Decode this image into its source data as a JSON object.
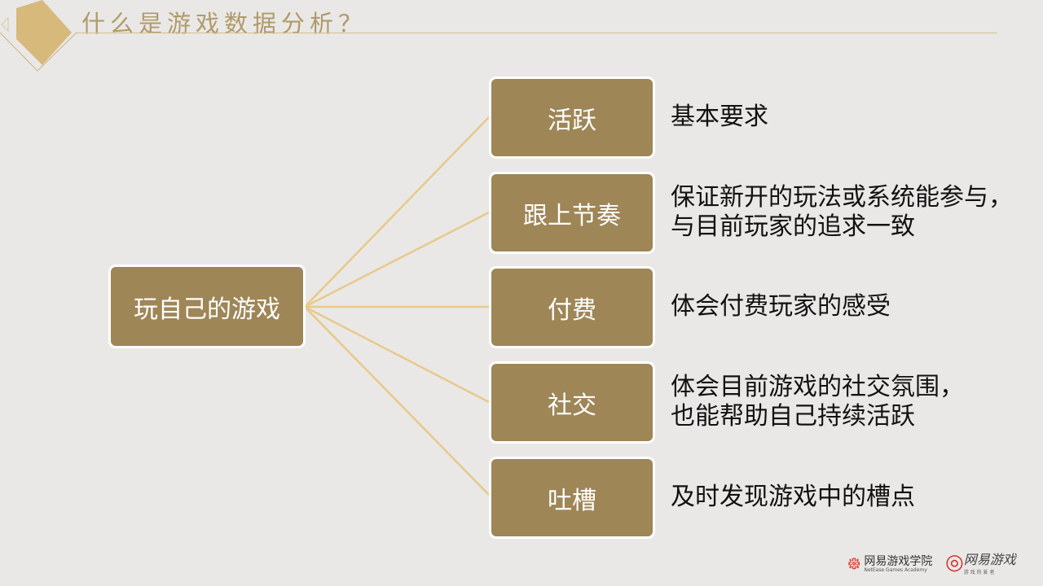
{
  "header": {
    "title": "什么是游戏数据分析？"
  },
  "colors": {
    "box_fill": "#9e8657",
    "connector": "#e8c98a",
    "accent": "#d8b97c"
  },
  "root": {
    "label": "玩自己的游戏"
  },
  "branches": [
    {
      "label": "活跃",
      "desc": [
        "基本要求"
      ]
    },
    {
      "label": "跟上节奏",
      "desc": [
        "保证新开的玩法或系统能参与，",
        "与目前玩家的追求一致"
      ]
    },
    {
      "label": "付费",
      "desc": [
        "体会付费玩家的感受"
      ]
    },
    {
      "label": "社交",
      "desc": [
        "体会目前游戏的社交氛围，",
        "也能帮助自己持续活跃"
      ]
    },
    {
      "label": "吐槽",
      "desc": [
        "及时发现游戏中的槽点"
      ]
    }
  ],
  "footer": {
    "academy_name": "网易游戏学院",
    "academy_en": "NetEase Games Academy",
    "brand": "网易游戏",
    "brand_sub": "游 戏 热 爱 者"
  }
}
